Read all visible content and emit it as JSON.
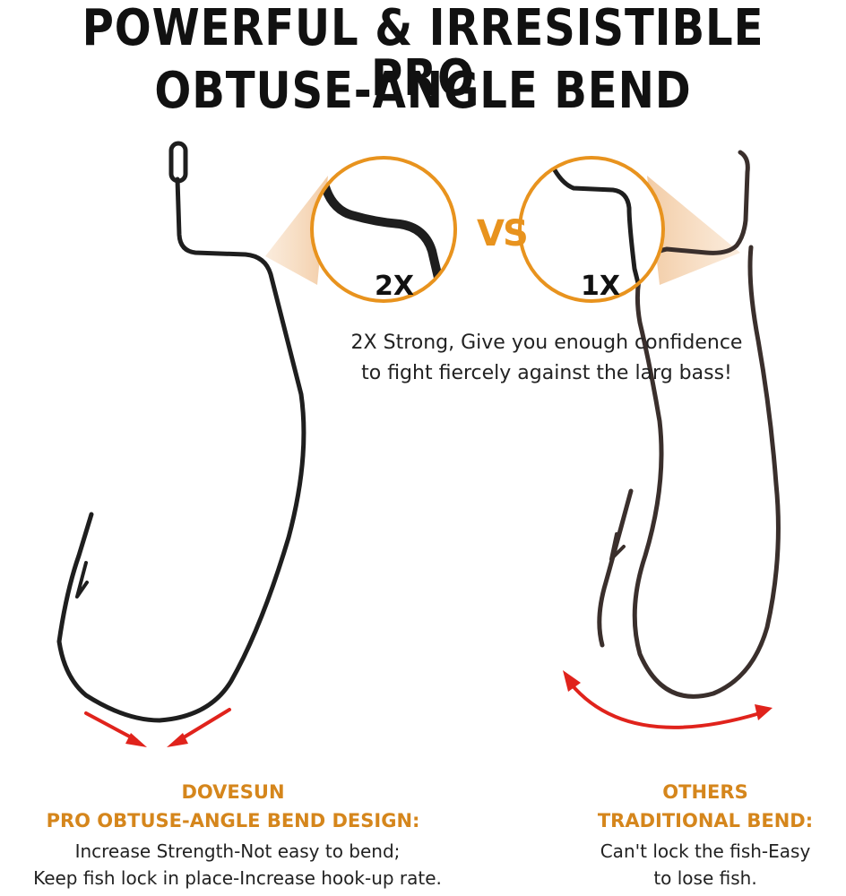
{
  "headline": {
    "line1": "POWERFUL & IRRESISTIBLE PRO",
    "line2": "OBTUSE-ANGLE BEND"
  },
  "comparison": {
    "left_zoom_label": "2X",
    "right_zoom_label": "1X",
    "vs_label": "VS",
    "caption_line1": "2X Strong, Give you enough confidence",
    "caption_line2": "to fight fiercely against the larg bass!"
  },
  "left_panel": {
    "brand": "DOVESUN",
    "title": "PRO OBTUSE-ANGLE BEND DESIGN:",
    "line1": "Increase Strength-Not easy to bend;",
    "line2": "Keep fish lock in place-Increase hook-up rate."
  },
  "right_panel": {
    "brand": "OTHERS",
    "title": "TRADITIONAL BEND:",
    "line1": "Can't lock the fish-Easy",
    "line2": "to lose fish."
  },
  "colors": {
    "accent_orange": "#e8931e",
    "arrow_red": "#e0231c",
    "hook_metal": "#1e1e1e"
  }
}
